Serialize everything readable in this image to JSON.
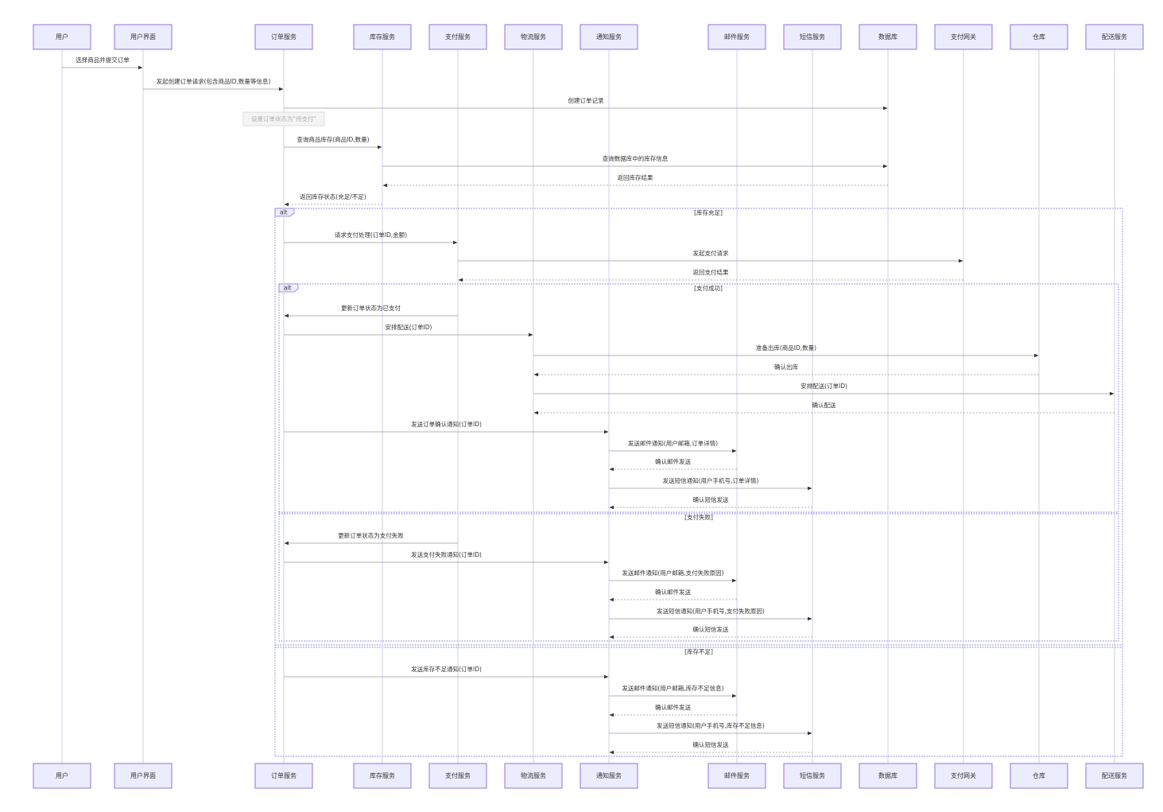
{
  "participants": [
    {
      "id": "user",
      "label": "用户"
    },
    {
      "id": "ui",
      "label": "用户界面"
    },
    {
      "id": "order",
      "label": "订单服务"
    },
    {
      "id": "inventory",
      "label": "库存服务"
    },
    {
      "id": "payment",
      "label": "支付服务"
    },
    {
      "id": "logistics",
      "label": "物流服务"
    },
    {
      "id": "notify",
      "label": "通知服务"
    },
    {
      "id": "email",
      "label": "邮件服务"
    },
    {
      "id": "sms",
      "label": "短信服务"
    },
    {
      "id": "db",
      "label": "数据库"
    },
    {
      "id": "gateway",
      "label": "支付网关"
    },
    {
      "id": "warehouse",
      "label": "仓库"
    },
    {
      "id": "delivery",
      "label": "配送服务"
    }
  ],
  "note": {
    "over": "order",
    "text": "设置订单状态为\"待支付\""
  },
  "messages": [
    {
      "from": "user",
      "to": "ui",
      "text": "选择商品并提交订单",
      "dotted": false
    },
    {
      "from": "ui",
      "to": "order",
      "text": "发起创建订单请求(包含商品ID,数量等信息)",
      "dotted": false
    },
    {
      "from": "order",
      "to": "db",
      "text": "创建订单记录",
      "dotted": false
    },
    {
      "from": "order",
      "to": "inventory",
      "text": "查询商品库存(商品ID,数量)",
      "dotted": false
    },
    {
      "from": "inventory",
      "to": "db",
      "text": "查询数据库中的库存信息",
      "dotted": false
    },
    {
      "from": "db",
      "to": "inventory",
      "text": "返回库存结果",
      "dotted": true
    },
    {
      "from": "inventory",
      "to": "order",
      "text": "返回库存状态(充足/不足)",
      "dotted": true
    },
    {
      "from": "order",
      "to": "payment",
      "text": "请求支付处理(订单ID,金额)",
      "dotted": false
    },
    {
      "from": "payment",
      "to": "gateway",
      "text": "发起支付请求",
      "dotted": false
    },
    {
      "from": "gateway",
      "to": "payment",
      "text": "返回支付结果",
      "dotted": true
    },
    {
      "from": "payment",
      "to": "order",
      "text": "更新订单状态为已支付",
      "dotted": false
    },
    {
      "from": "order",
      "to": "logistics",
      "text": "安排配送(订单ID)",
      "dotted": false
    },
    {
      "from": "logistics",
      "to": "warehouse",
      "text": "准备出库(商品ID,数量)",
      "dotted": false
    },
    {
      "from": "warehouse",
      "to": "logistics",
      "text": "确认出库",
      "dotted": true
    },
    {
      "from": "logistics",
      "to": "delivery",
      "text": "安排配送(订单ID)",
      "dotted": false
    },
    {
      "from": "delivery",
      "to": "logistics",
      "text": "确认配送",
      "dotted": true
    },
    {
      "from": "order",
      "to": "notify",
      "text": "发送订单确认通知(订单ID)",
      "dotted": false
    },
    {
      "from": "notify",
      "to": "email",
      "text": "发送邮件通知(用户邮箱,订单详情)",
      "dotted": false
    },
    {
      "from": "email",
      "to": "notify",
      "text": "确认邮件发送",
      "dotted": true
    },
    {
      "from": "notify",
      "to": "sms",
      "text": "发送短信通知(用户手机号,订单详情)",
      "dotted": false
    },
    {
      "from": "sms",
      "to": "notify",
      "text": "确认短信发送",
      "dotted": true
    },
    {
      "from": "payment",
      "to": "order",
      "text": "更新订单状态为支付失败",
      "dotted": false
    },
    {
      "from": "order",
      "to": "notify",
      "text": "发送支付失败通知(订单ID)",
      "dotted": false
    },
    {
      "from": "notify",
      "to": "email",
      "text": "发送邮件通知(用户邮箱,支付失败原因)",
      "dotted": false
    },
    {
      "from": "email",
      "to": "notify",
      "text": "确认邮件发送",
      "dotted": true
    },
    {
      "from": "notify",
      "to": "sms",
      "text": "发送短信通知(用户手机号,支付失败原因)",
      "dotted": false
    },
    {
      "from": "sms",
      "to": "notify",
      "text": "确认短信发送",
      "dotted": true
    },
    {
      "from": "order",
      "to": "notify",
      "text": "发送库存不足通知(订单ID)",
      "dotted": false
    },
    {
      "from": "notify",
      "to": "email",
      "text": "发送邮件通知(用户邮箱,库存不足信息)",
      "dotted": false
    },
    {
      "from": "email",
      "to": "notify",
      "text": "确认邮件发送",
      "dotted": true
    },
    {
      "from": "notify",
      "to": "sms",
      "text": "发送短信通知(用户手机号,库存不足信息)",
      "dotted": false
    },
    {
      "from": "sms",
      "to": "notify",
      "text": "确认短信发送",
      "dotted": true
    }
  ],
  "frames": [
    {
      "keyword": "alt",
      "conditions": [
        "[库存充足]",
        "[库存不足]"
      ]
    },
    {
      "keyword": "alt",
      "conditions": [
        "[支付成功]",
        "[支付失败]"
      ]
    }
  ],
  "colors": {
    "actor_fill": "#ECECFF",
    "actor_border": "#9370DB",
    "frame_border": "#7a7ae0"
  }
}
